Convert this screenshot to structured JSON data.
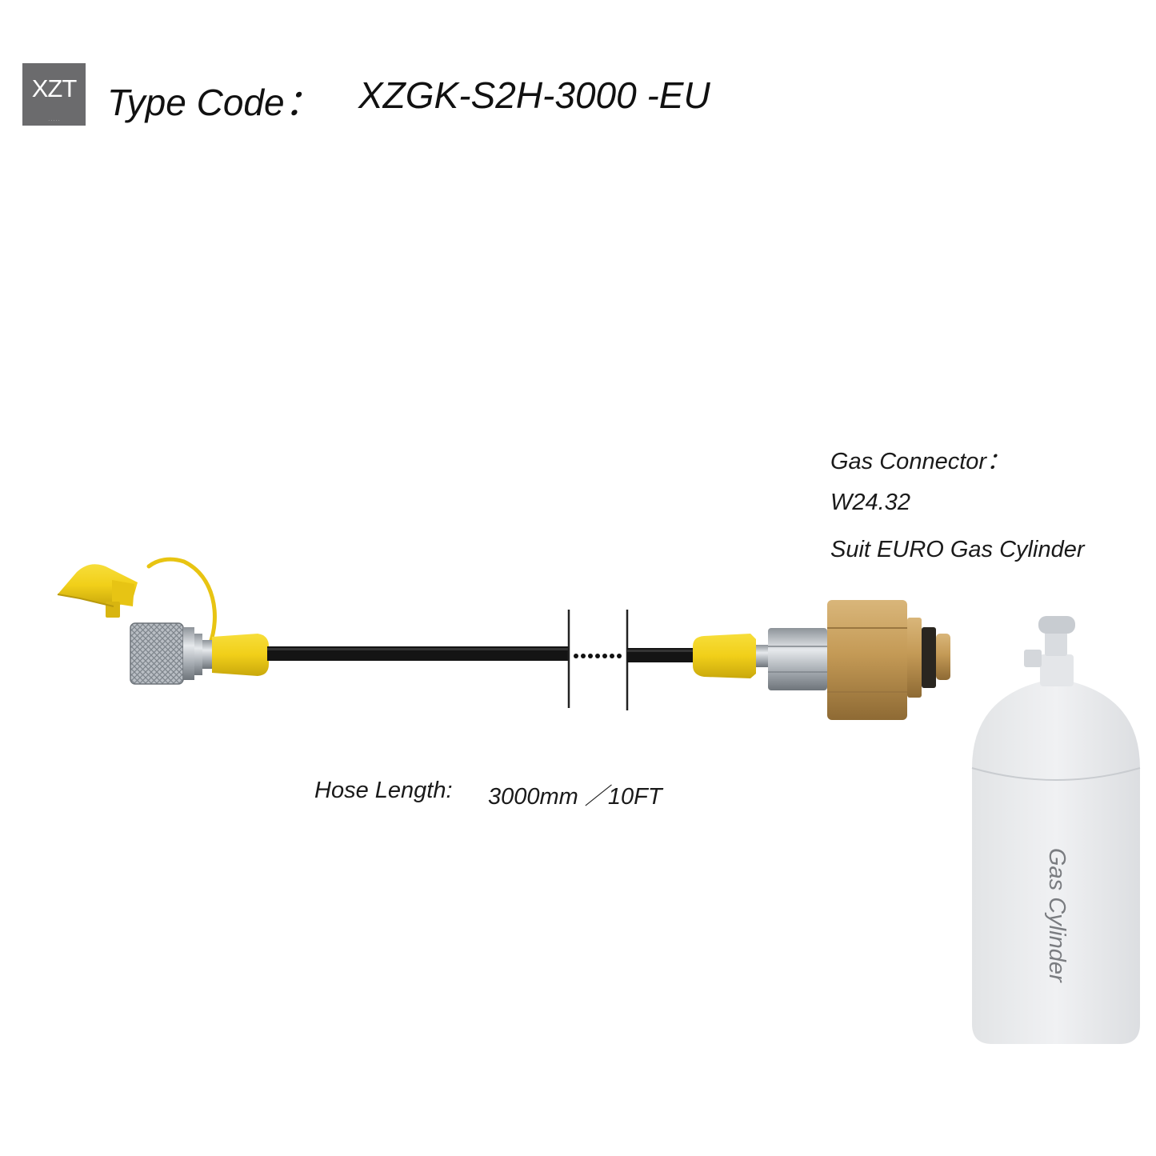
{
  "header": {
    "logo_text": "XZT",
    "type_label": "Type Code：",
    "type_code": "XZGK-S2H-3000 -EU"
  },
  "gas_connector": {
    "label": "Gas Connector：",
    "thread": "W24.32",
    "suit": "Suit EURO Gas Cylinder"
  },
  "hose": {
    "length_label": "Hose Length:",
    "length_value": "3000mm  ／10FT"
  },
  "cylinder": {
    "label": "Gas Cylinder"
  },
  "colors": {
    "cap_yellow": "#f0cd1a",
    "hose_black": "#141414",
    "brass": "#c9a05a",
    "steel": "#b7bcc2",
    "cylinder": "#e9ebed"
  }
}
